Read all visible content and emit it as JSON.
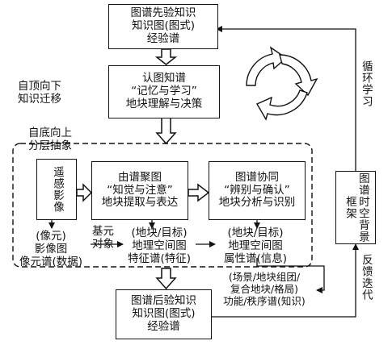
{
  "boxes": {
    "prior": [
      "图谱先验知识",
      "知识图(图式)",
      "经验谱"
    ],
    "cognize": [
      "认图知谱",
      "“记忆与学习”",
      "地块理解与决策"
    ],
    "remote": "遥感影像",
    "extract": [
      "由谱聚图",
      "“知觉与注意”",
      "地块提取与表达"
    ],
    "analyze": [
      "图谱协同",
      "“辨别与确认”",
      "地块分析与识别"
    ],
    "posterior": [
      "图谱后验知识",
      "知识图(图式)",
      "经验谱"
    ],
    "framework": "图谱时空背景框架"
  },
  "labels": {
    "topdown": [
      "自顶向下",
      "知识迁移"
    ],
    "bottomup": [
      "自底向上",
      "分层抽象"
    ],
    "loop": "循环学习",
    "feedback": "反馈迭代",
    "pixel": [
      "(像元)",
      "影像图",
      "像元谱(数据)"
    ],
    "base": [
      "基元",
      "对象"
    ],
    "target1": [
      "(地块/目标)",
      "地理空间图",
      "特征谱(特征)"
    ],
    "target2": [
      "(地块/目标)",
      "地理空间图",
      "属性谱(信息)"
    ],
    "scene": [
      "(场景/地块组团/",
      "复合地块/格局)",
      "功能/秩序谱(知识)"
    ]
  },
  "colors": {
    "line": "#111111",
    "background": "#ffffff"
  }
}
